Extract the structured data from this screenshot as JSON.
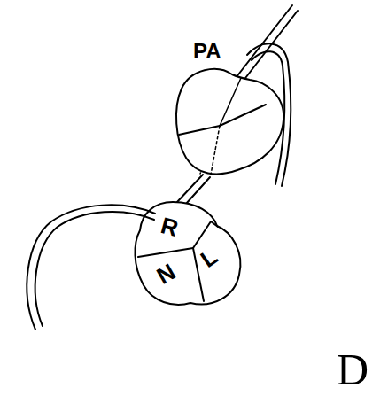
{
  "diagram": {
    "labels": [
      "PA",
      "R",
      "N",
      "L",
      "D"
    ]
  }
}
